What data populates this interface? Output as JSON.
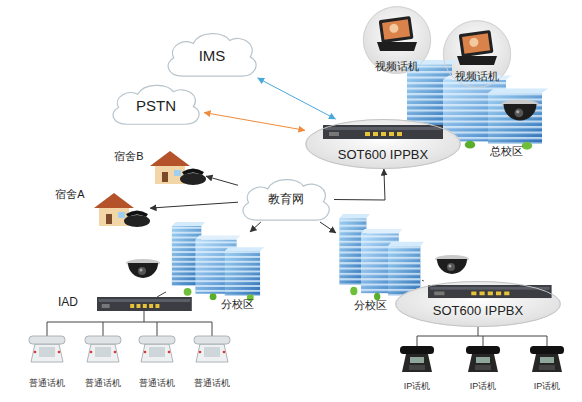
{
  "diagram": {
    "nodes": [
      {
        "text": [
          "视频话机"
        ]
      },
      {
        "text": [
          "视频话机"
        ]
      },
      {
        "text": [
          "IMS"
        ]
      },
      {
        "text": [
          "PSTN"
        ]
      },
      {
        "text": [
          "SOT600 IPPBX"
        ]
      },
      {
        "text": [
          "总校区"
        ]
      },
      {
        "text": [
          "宿舍B"
        ]
      },
      {
        "text": [
          "宿舍A"
        ]
      },
      {
        "text": [
          "教育网"
        ]
      },
      {
        "text": [
          "分校区"
        ]
      },
      {
        "text": [
          "分校区"
        ]
      },
      {
        "text": [
          "IAD"
        ]
      },
      {
        "text": [
          "SOT600 IPPBX"
        ]
      }
    ],
    "edges": [
      {
        "from": 4,
        "to": 2,
        "arrow": "both"
      },
      {
        "from": 4,
        "to": 3,
        "arrow": "both"
      },
      {
        "from": 8,
        "to": 4,
        "arrow": "to"
      },
      {
        "from": 8,
        "to": 6,
        "arrow": "to"
      },
      {
        "from": 8,
        "to": 7,
        "arrow": "to"
      },
      {
        "from": 8,
        "to": 9,
        "arrow": "to"
      },
      {
        "from": 8,
        "to": 10,
        "arrow": "to"
      },
      {
        "from": 11,
        "to": 9,
        "arrow": "none"
      },
      {
        "from": 12,
        "to": 10,
        "arrow": "none"
      }
    ],
    "labels": [
      "普通话机",
      "普通话机",
      "普通话机",
      "普通话机",
      "IP话机",
      "IP话机",
      "IP话机"
    ]
  }
}
